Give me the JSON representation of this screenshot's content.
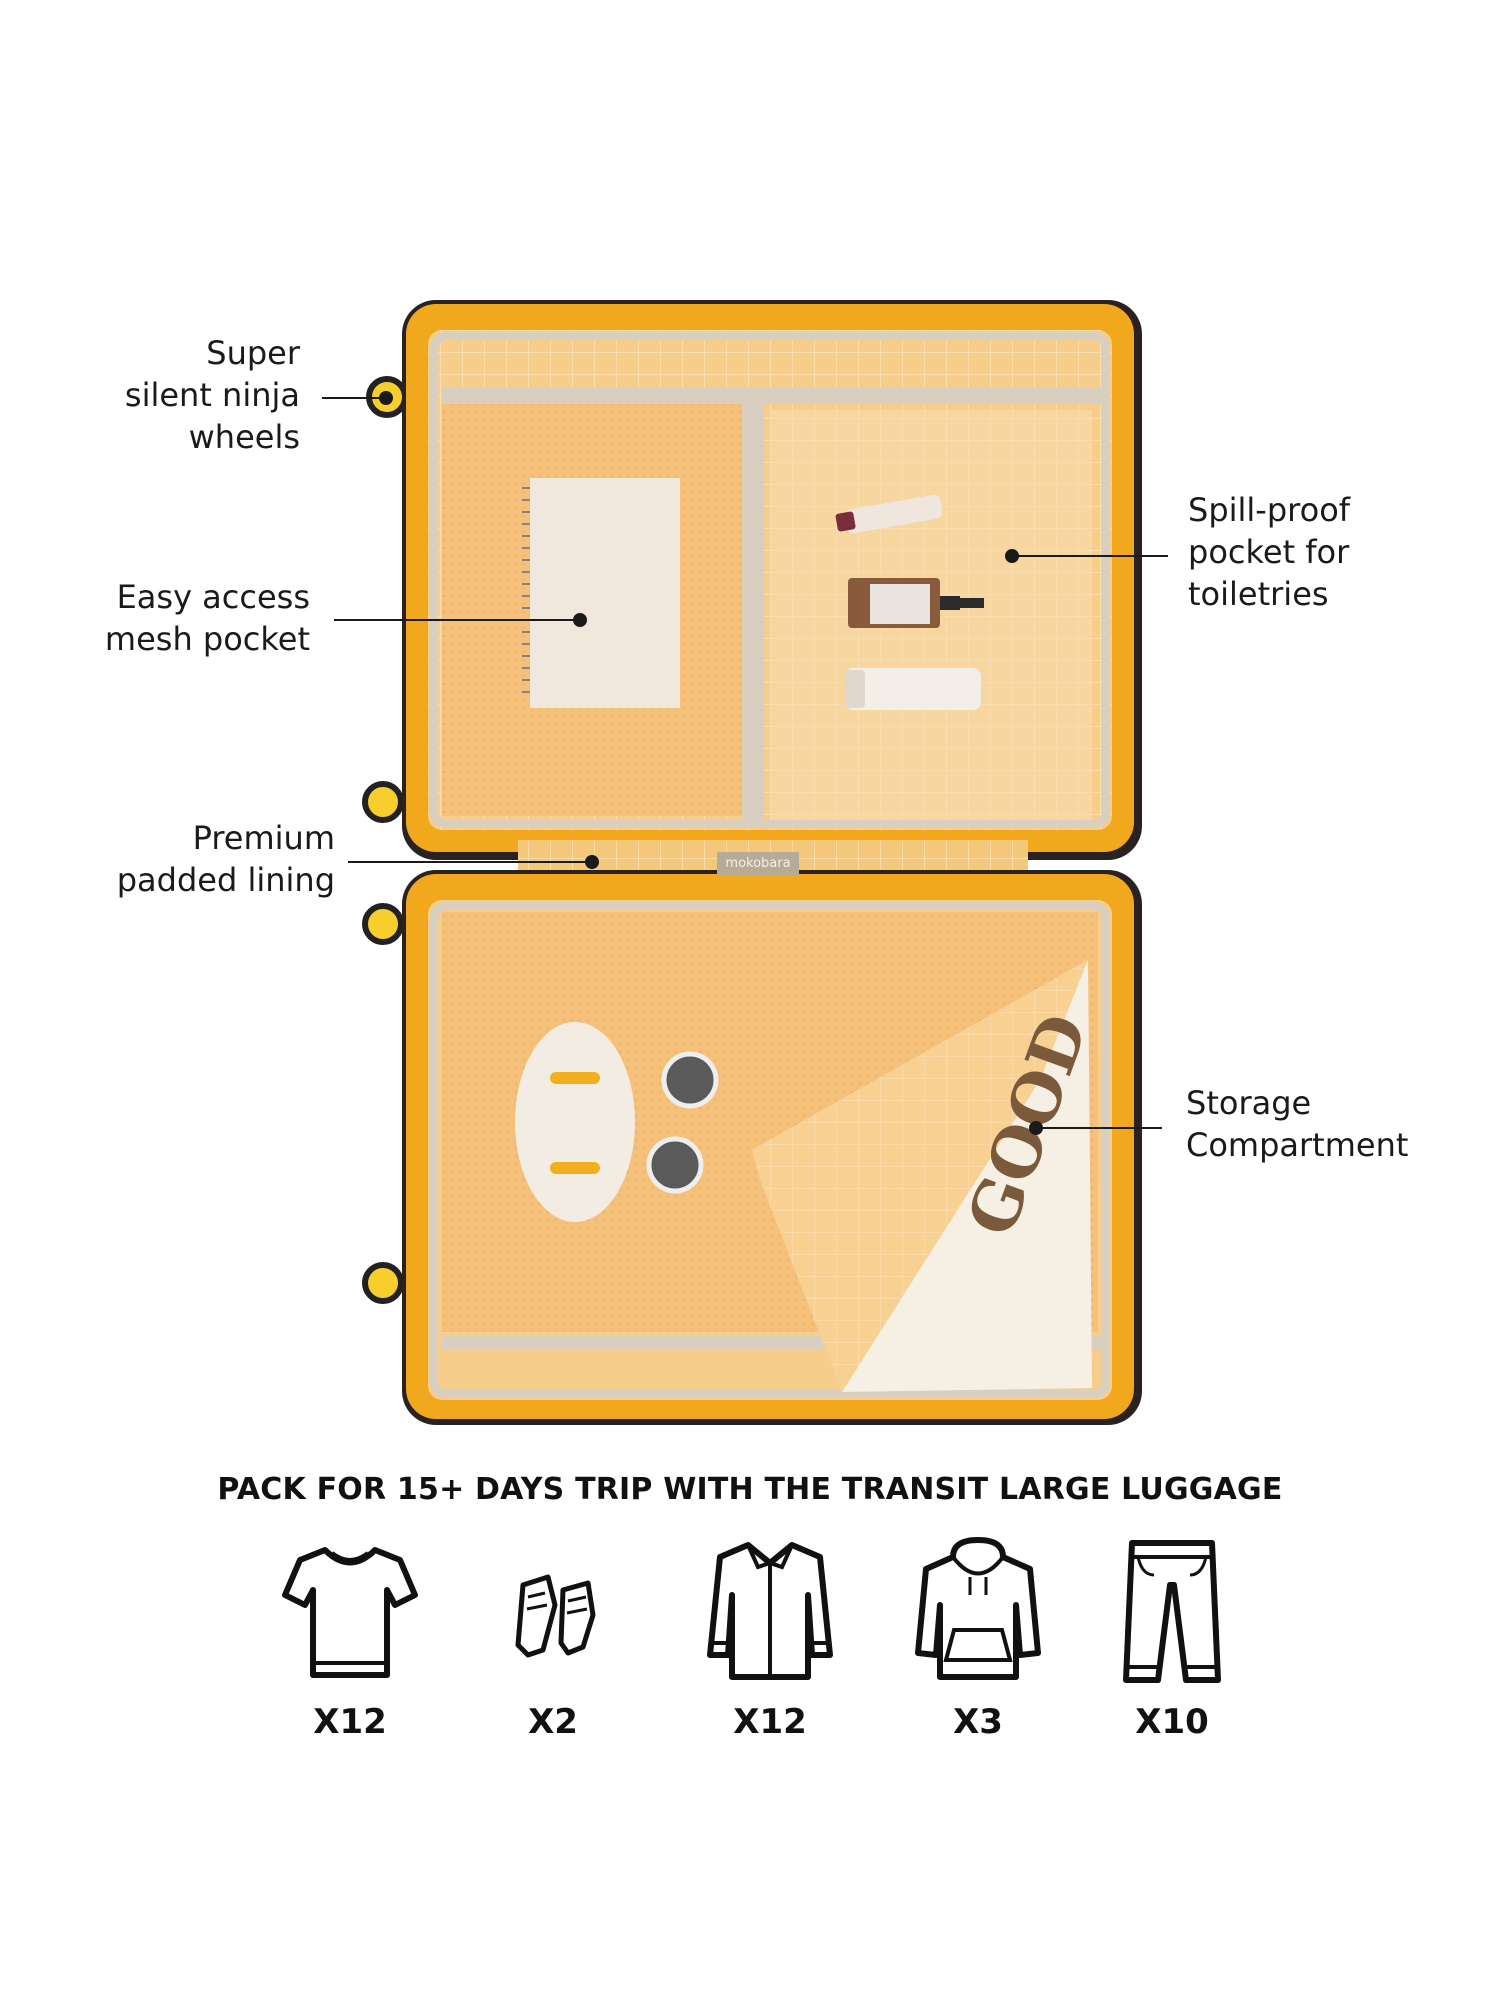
{
  "callouts": [
    {
      "id": "wheels",
      "text": "Super\nsilent ninja\nwheels"
    },
    {
      "id": "mesh",
      "text": "Easy access\nmesh pocket"
    },
    {
      "id": "lining",
      "text": "Premium\npadded lining"
    },
    {
      "id": "spill",
      "text": "Spill-proof\npocket for\ntoiletries"
    },
    {
      "id": "storage",
      "text": "Storage\nCompartment"
    }
  ],
  "brand_tag": "mokobara",
  "headline": "PACK FOR 15+ DAYS TRIP WITH THE TRANSIT LARGE LUGGAGE",
  "pack_items": [
    {
      "icon": "tshirt-icon",
      "qty": "X12"
    },
    {
      "icon": "sneakers-icon",
      "qty": "X2"
    },
    {
      "icon": "shirt-icon",
      "qty": "X12"
    },
    {
      "icon": "hoodie-icon",
      "qty": "X3"
    },
    {
      "icon": "trousers-icon",
      "qty": "X10"
    }
  ],
  "colors": {
    "shell": "#f2a81d",
    "lining": "#f6cd8a",
    "zipper": "#d8cfc0",
    "wheel": "#f6cf2c",
    "text": "#1a1a1a"
  }
}
